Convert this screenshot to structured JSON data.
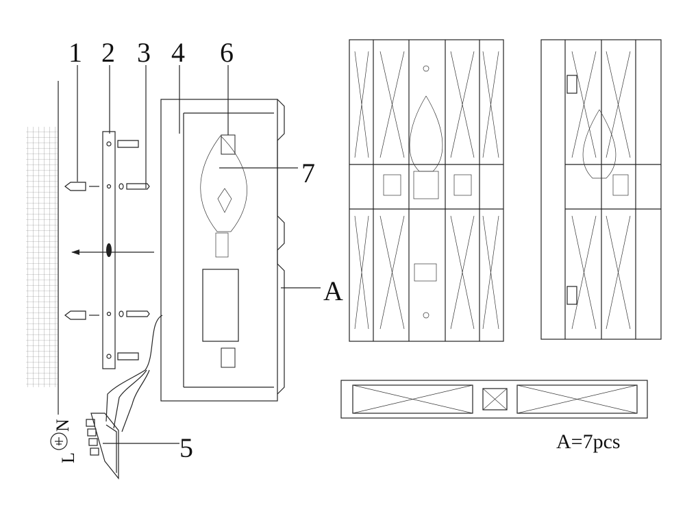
{
  "callouts": {
    "c1": "1",
    "c2": "2",
    "c3": "3",
    "c4": "4",
    "c5": "5",
    "c6": "6",
    "c7": "7",
    "cA": "A"
  },
  "wiring": {
    "neutral": "N",
    "live": "L",
    "ground_symbol": "ground-icon"
  },
  "note": "A=7pcs"
}
